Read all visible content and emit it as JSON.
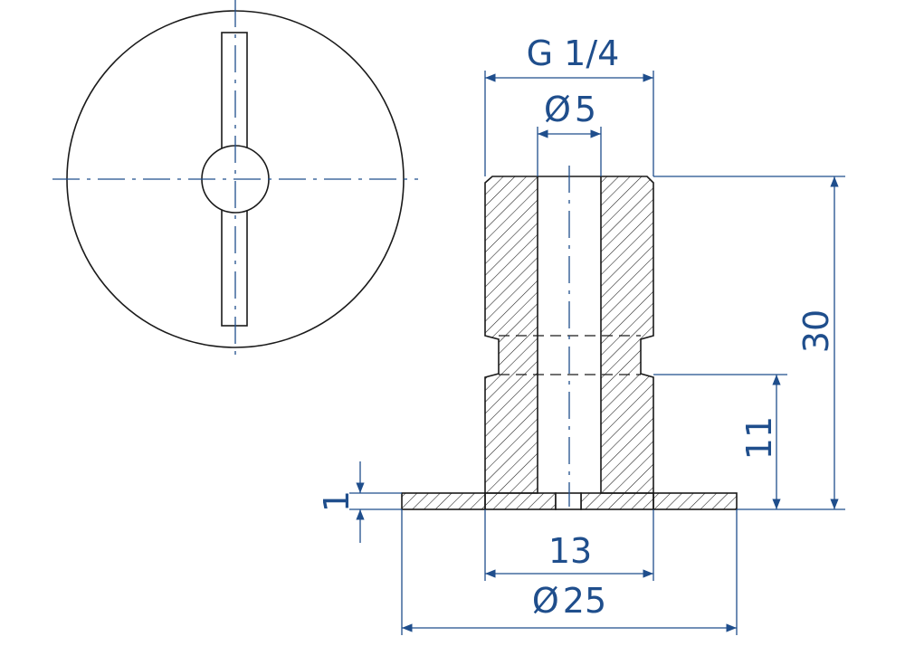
{
  "dimensions": {
    "thread": "G 1/4",
    "bore": "5",
    "height": "30",
    "groove_height": "11",
    "flange_thickness": "1",
    "body_width": "13",
    "flange_dia": "25"
  },
  "symbols": {
    "diameter": "Ø"
  },
  "colors": {
    "dimension": "#1f4e8c",
    "outline": "#1a1a1a"
  }
}
